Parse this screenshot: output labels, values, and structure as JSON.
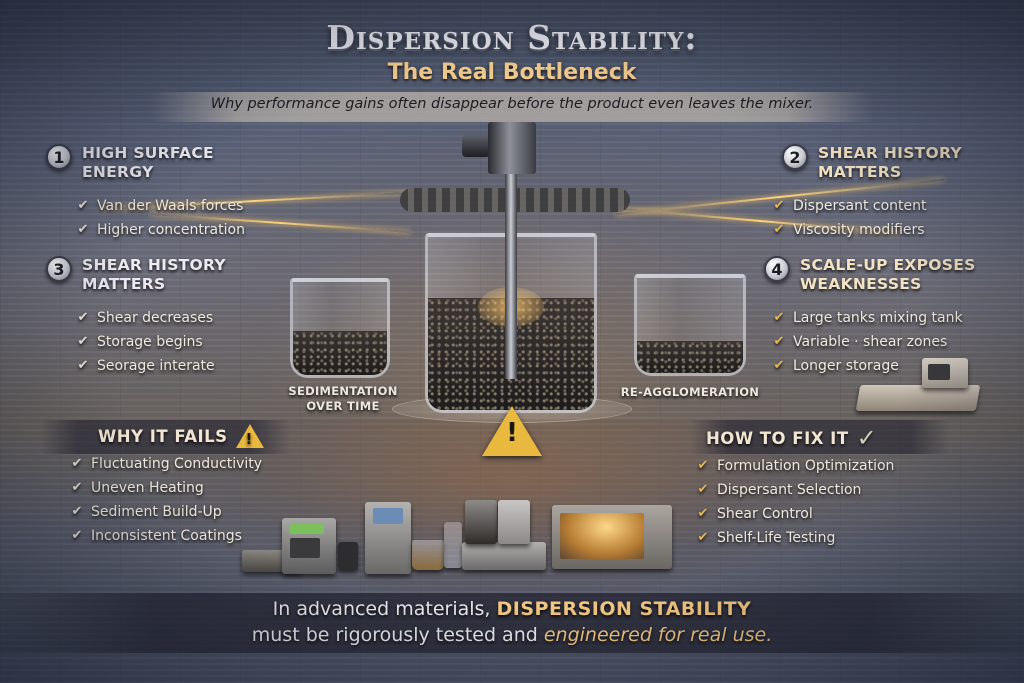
{
  "header": {
    "title": "Dispersion Stability:",
    "subtitle": "The Real Bottleneck",
    "tagline": "Why performance gains often disappear before the product even leaves the mixer."
  },
  "sections": [
    {
      "number": "1",
      "title": "HIGH SURFACE ENERGY",
      "items": [
        "Van der Waals forces",
        "Higher concentration"
      ]
    },
    {
      "number": "2",
      "title": "SHEAR HISTORY MATTERS",
      "items": [
        "Dispersant content",
        "Viscosity modifiers"
      ]
    },
    {
      "number": "3",
      "title": "SHEAR HISTORY MATTERS",
      "items": [
        "Shear decreases",
        "Storage begins",
        "Seorage interate"
      ]
    },
    {
      "number": "4",
      "title": "SCALE-UP EXPOSES WEAKNESSES",
      "items": [
        "Large tanks mixing tank",
        "Variable · shear zones",
        "Longer storage"
      ]
    }
  ],
  "image_labels": {
    "left": "SEDIMENTATION OVER TIME",
    "left_line1": "SEDIMENTATION",
    "left_line2": "OVER TIME",
    "right": "RE-AGGLOMERATION"
  },
  "why_it_fails": {
    "title": "WHY IT FAILS",
    "icon": "warning-triangle-icon",
    "items": [
      "Fluctuating Conductivity",
      "Uneven Heating",
      "Sediment Build-Up",
      "Inconsistent Coatings"
    ]
  },
  "how_to_fix": {
    "title": "HOW TO FIX IT",
    "icon": "checkmark-icon",
    "items": [
      "Formulation Optimization",
      "Dispersant Selection",
      "Shear Control",
      "Shelf-Life Testing"
    ]
  },
  "footer": {
    "line1_prefix": "In advanced materials, ",
    "line1_highlight": "DISPERSION STABILITY",
    "line2_prefix": "must be rigorously tested and ",
    "line2_highlight": "engineered for real use."
  },
  "icons": {
    "check": "✔",
    "warning": "!",
    "big_check": "✓"
  },
  "colors": {
    "accent_gold": "#f1c680",
    "warning_yellow": "#e9b93f",
    "title_silver": "#e4e4ea",
    "background_slate": "#59627a"
  }
}
